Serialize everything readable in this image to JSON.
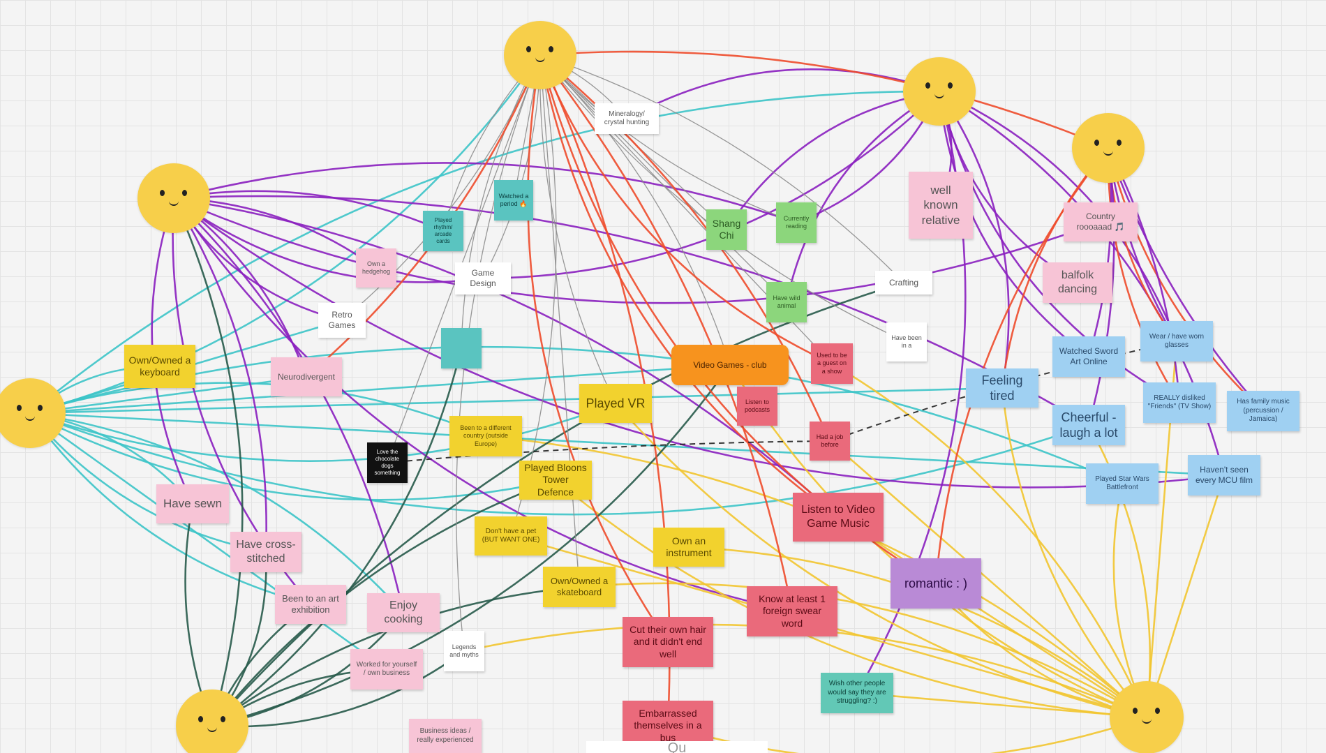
{
  "board": {
    "bottom_fragment": "Qu"
  },
  "faces": [
    {
      "id": "face-top-center"
    },
    {
      "id": "face-top-right"
    },
    {
      "id": "face-far-right"
    },
    {
      "id": "face-upper-left"
    },
    {
      "id": "face-left"
    },
    {
      "id": "face-bottom-left"
    },
    {
      "id": "face-bottom-right"
    }
  ],
  "notes": [
    {
      "id": "mineralogy",
      "text": "Mineralogy/ crystal hunting",
      "color": "white"
    },
    {
      "id": "watched-period",
      "text": "Watched a period 🔥",
      "color": "teal"
    },
    {
      "id": "played-rhythm",
      "text": "Played rhythm/ arcade cards",
      "color": "teal"
    },
    {
      "id": "shang-chi",
      "text": "Shang Chi",
      "color": "green"
    },
    {
      "id": "currently-reading",
      "text": "Currently reading",
      "color": "green"
    },
    {
      "id": "well-known-relative",
      "text": "well known relative",
      "color": "pink"
    },
    {
      "id": "country-roooaaad",
      "text": "Country roooaaad 🎵",
      "color": "pink"
    },
    {
      "id": "game-design",
      "text": "Game Design",
      "color": "white"
    },
    {
      "id": "own-hedgehog",
      "text": "Own a hedgehog",
      "color": "pink"
    },
    {
      "id": "retro-games",
      "text": "Retro Games",
      "color": "white"
    },
    {
      "id": "crafting",
      "text": "Crafting",
      "color": "white"
    },
    {
      "id": "balfolk",
      "text": "balfolk dancing",
      "color": "pink"
    },
    {
      "id": "have-wild-animal",
      "text": "Have wild animal",
      "color": "green"
    },
    {
      "id": "owns-keyboard",
      "text": "Own/Owned a keyboard",
      "color": "yellow"
    },
    {
      "id": "neurodivergent",
      "text": "Neurodivergent",
      "color": "pink"
    },
    {
      "id": "teal-square",
      "text": "",
      "color": "teal"
    },
    {
      "id": "video-games-club",
      "text": "Video Games - club",
      "color": "orange"
    },
    {
      "id": "used-to-tv-show",
      "text": "Used to be a guest on a show",
      "color": "red"
    },
    {
      "id": "listen-podcasts",
      "text": "Listen to podcasts",
      "color": "red"
    },
    {
      "id": "have-been-in-a",
      "text": "Have been in a",
      "color": "white"
    },
    {
      "id": "feeling-tired",
      "text": "Feeling tired",
      "color": "blue"
    },
    {
      "id": "watched-sword-art",
      "text": "Watched Sword Art Online",
      "color": "blue"
    },
    {
      "id": "wear-glasses",
      "text": "Wear / have worn glasses",
      "color": "blue"
    },
    {
      "id": "played-vr",
      "text": "Played VR",
      "color": "yellow"
    },
    {
      "id": "friends",
      "text": "REALLY disliked \"Friends\" (TV Show)",
      "color": "blue"
    },
    {
      "id": "shares-trip",
      "text": "Has family music (percussion / Jamaica)",
      "color": "blue"
    },
    {
      "id": "cheerful",
      "text": "Cheerful - laugh a lot",
      "color": "blue"
    },
    {
      "id": "been-to-country",
      "text": "Been to a different country (outside Europe)",
      "color": "yellow"
    },
    {
      "id": "had-a-job-before",
      "text": "Had a job before",
      "color": "red"
    },
    {
      "id": "black-note",
      "text": "Love the chocolate dogs something",
      "color": "black"
    },
    {
      "id": "played-bloons",
      "text": "Played Bloons Tower Defence",
      "color": "yellow"
    },
    {
      "id": "played-star-wars",
      "text": "Played Star Wars Battlefront",
      "color": "blue"
    },
    {
      "id": "havent-seen-mcu",
      "text": "Haven't seen every MCU film",
      "color": "blue"
    },
    {
      "id": "have-sewn",
      "text": "Have sewn",
      "color": "pink"
    },
    {
      "id": "have-cross-stitched",
      "text": "Have cross-stitched",
      "color": "pink"
    },
    {
      "id": "dont-have-pet",
      "text": "Don't have a pet (BUT WANT ONE)",
      "color": "yellow"
    },
    {
      "id": "listen-vgm",
      "text": "Listen to Video Game Music",
      "color": "red"
    },
    {
      "id": "own-instrument",
      "text": "Own an instrument",
      "color": "yellow"
    },
    {
      "id": "been-to-art-exhibition",
      "text": "Been to an art exhibition",
      "color": "pink"
    },
    {
      "id": "enjoy-cooking",
      "text": "Enjoy cooking",
      "color": "pink"
    },
    {
      "id": "own-skateboard",
      "text": "Own/Owned a skateboard",
      "color": "yellow"
    },
    {
      "id": "romantic",
      "text": "romantic : )",
      "color": "purple"
    },
    {
      "id": "swear-word",
      "text": "Know at least 1 foreign swear word",
      "color": "red"
    },
    {
      "id": "cut-hair",
      "text": "Cut their own hair and it didn't end well",
      "color": "red"
    },
    {
      "id": "worked-business",
      "text": "Worked for yourself / own business",
      "color": "pink"
    },
    {
      "id": "legends",
      "text": "Legends and myths",
      "color": "white"
    },
    {
      "id": "struggling",
      "text": "Wish other people would say they are struggling? :)",
      "color": "mint"
    },
    {
      "id": "embarrassed",
      "text": "Embarrassed themselves in a bus",
      "color": "red"
    },
    {
      "id": "business-ideas",
      "text": "Business ideas / really experienced",
      "color": "pink"
    }
  ]
}
